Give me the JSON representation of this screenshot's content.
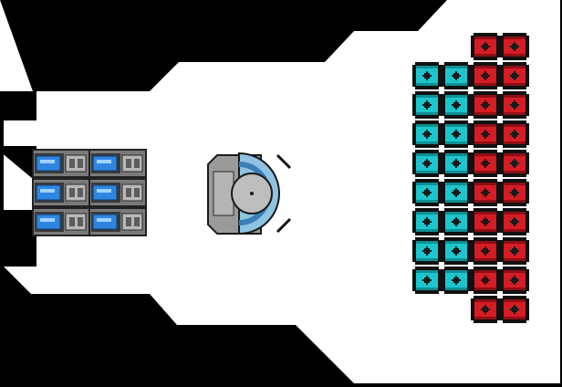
{
  "scene": {
    "background_color": "#000000",
    "hull_color": "#ffffff",
    "outline_color": "#000000"
  },
  "thruster_bank": {
    "rows": 3,
    "columns": 2,
    "housing_color": "#8a8a8a",
    "nozzle_color": "#2f86e0"
  },
  "turret": {
    "body_color": "#9a9a9a",
    "dome_color": "#7fb8de",
    "dome_accent": "#3a7fb8"
  },
  "cargo_grid": {
    "cyan_block": {
      "columns": 2,
      "rows": 8,
      "color": "#1cc6cc"
    },
    "red_block": {
      "columns": 2,
      "rows": 10,
      "color": "#d61c24"
    }
  }
}
